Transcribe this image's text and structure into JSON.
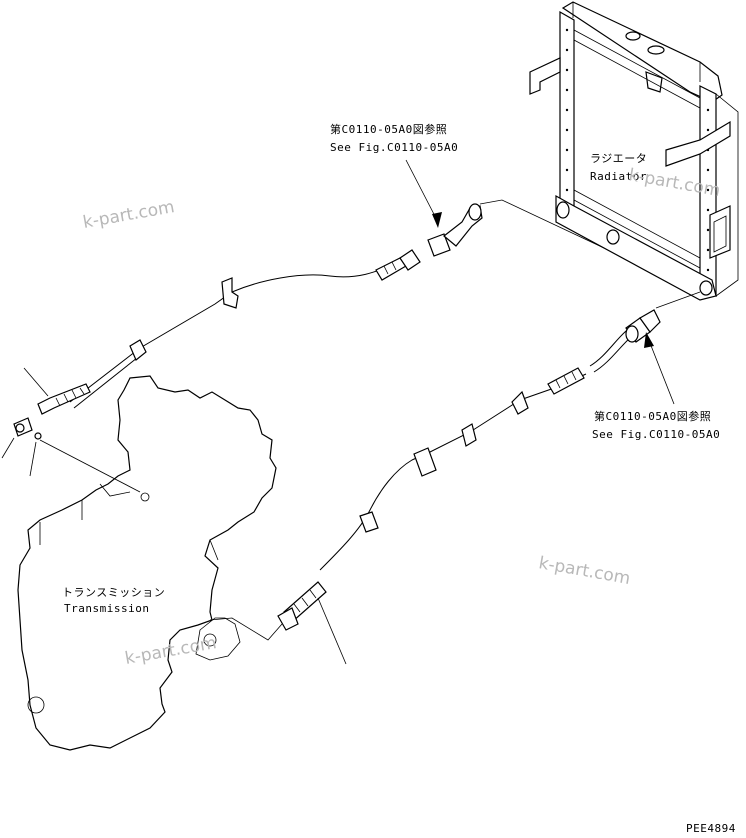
{
  "labels": {
    "radiator_jp": "ラジエータ",
    "radiator_en": "Radiator",
    "transmission_jp": "トランスミッション",
    "transmission_en": "Transmission",
    "ref_top_jp": "第C0110-05A0図参照",
    "ref_top_en": "See Fig.C0110-05A0",
    "ref_right_jp": "第C0110-05A0図参照",
    "ref_right_en": "See Fig.C0110-05A0",
    "drawing_number": "PEE4894"
  },
  "watermarks": [
    "k-part.com",
    "k-part.com",
    "k-part.com",
    "k-part.com"
  ]
}
